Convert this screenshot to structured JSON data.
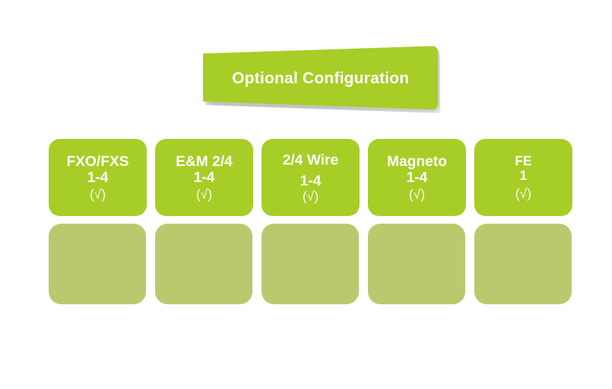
{
  "banner": {
    "title": "Optional Configuration",
    "fill_color": "#a6ce27",
    "text_color": "#ffffff"
  },
  "colors": {
    "accent_green": "#a6ce27",
    "muted_green": "#bac96e",
    "background": "#ffffff"
  },
  "cards": {
    "top_row": [
      {
        "label": "FXO/FXS",
        "count": "1-4",
        "check": "(√)"
      },
      {
        "label": "E&M 2/4",
        "count": "1-4",
        "check": "(√)"
      },
      {
        "label": "2/4 Wire",
        "count": "1-4",
        "check": "(√)"
      },
      {
        "label": "Magneto",
        "count": "1-4",
        "check": "(√)"
      },
      {
        "label": "FE",
        "count": "1",
        "check": "(√)"
      }
    ],
    "bottom_row": [
      {
        "label": ""
      },
      {
        "label": ""
      },
      {
        "label": ""
      },
      {
        "label": ""
      },
      {
        "label": ""
      }
    ]
  }
}
